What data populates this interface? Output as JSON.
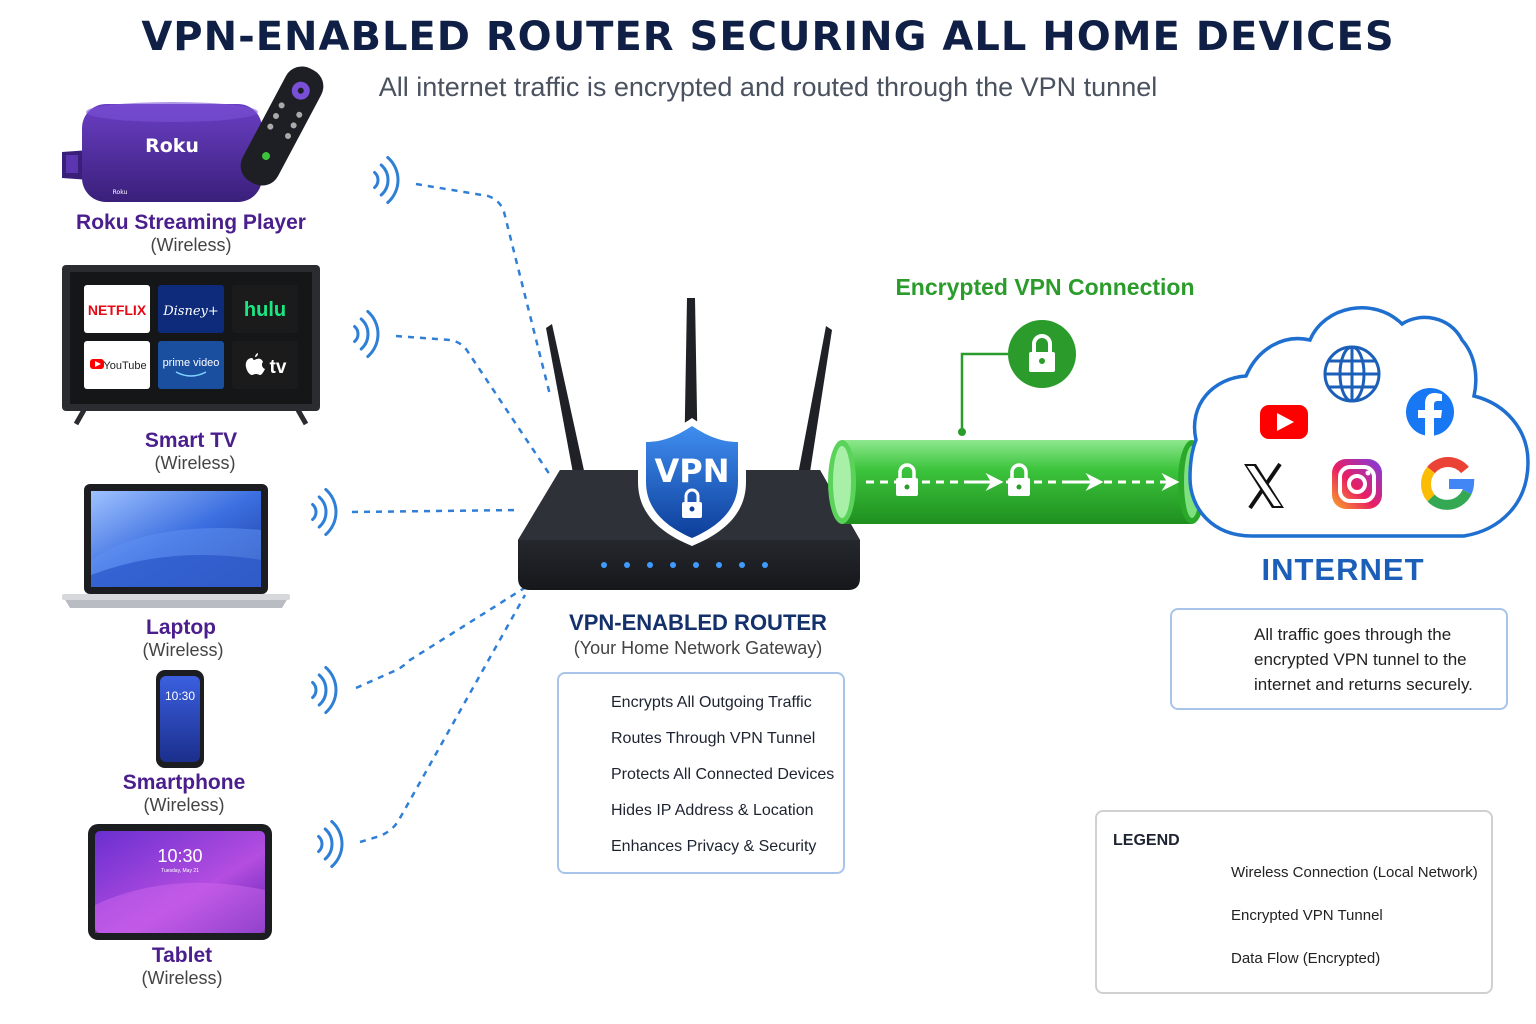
{
  "title": "VPN-ENABLED ROUTER SECURING ALL HOME DEVICES",
  "subtitle": "All internet traffic is encrypted and routed through the VPN tunnel",
  "devices": [
    {
      "name": "Roku Streaming Player",
      "connection": "(Wireless)",
      "brand": "Roku",
      "brand_small": "Roku"
    },
    {
      "name": "Smart TV",
      "connection": "(Wireless)"
    },
    {
      "name": "Laptop",
      "connection": "(Wireless)"
    },
    {
      "name": "Smartphone",
      "connection": "(Wireless)",
      "clock": "10:30"
    },
    {
      "name": "Tablet",
      "connection": "(Wireless)",
      "clock": "10:30",
      "date": "Tuesday, May 21"
    }
  ],
  "tv_apps": [
    "NETFLIX",
    "Disney+",
    "hulu",
    "YouTube",
    "prime video",
    "tv"
  ],
  "router": {
    "title": "VPN-ENABLED ROUTER",
    "subtitle": "(Your Home Network Gateway)",
    "shield_label": "VPN",
    "features": [
      {
        "icon": "shield-check-icon",
        "label": "Encrypts All Outgoing Traffic"
      },
      {
        "icon": "globe-icon",
        "label": "Routes Through VPN Tunnel"
      },
      {
        "icon": "user-icon",
        "label": "Protects All Connected Devices"
      },
      {
        "icon": "eye-icon",
        "label": "Hides IP Address & Location"
      },
      {
        "icon": "shield-check-icon",
        "label": "Enhances Privacy & Security"
      }
    ]
  },
  "tunnel_label": "Encrypted VPN Connection",
  "internet": {
    "label": "INTERNET",
    "services": [
      "globe-icon",
      "youtube-icon",
      "facebook-icon",
      "x-icon",
      "instagram-icon",
      "google-icon"
    ],
    "info": "All traffic goes through the encrypted VPN tunnel to the internet and returns securely."
  },
  "legend": {
    "title": "LEGEND",
    "items": [
      {
        "symbol": "dashed-wireless-line",
        "label": "Wireless Connection (Local Network)"
      },
      {
        "symbol": "green-tunnel-bar",
        "label": "Encrypted VPN Tunnel"
      },
      {
        "symbol": "blue-arrow",
        "label": "Data Flow (Encrypted)"
      }
    ]
  },
  "colors": {
    "title": "#0f1f45",
    "device_name": "#4a1e8c",
    "wireless_blue": "#2f7fd6",
    "tunnel_green": "#3cc43c",
    "tunnel_label": "#2b9c2b",
    "internet_blue": "#1b5fb8",
    "router_body": "#202328",
    "roku_purple": "#4b2a96"
  }
}
